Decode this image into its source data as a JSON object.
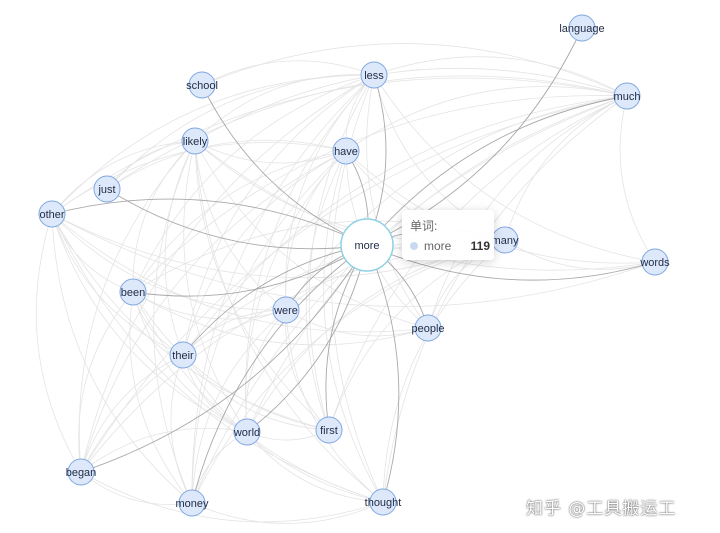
{
  "graph": {
    "center": "more",
    "nodes": [
      {
        "id": "more"
      },
      {
        "id": "language"
      },
      {
        "id": "much"
      },
      {
        "id": "less"
      },
      {
        "id": "school"
      },
      {
        "id": "likely"
      },
      {
        "id": "have"
      },
      {
        "id": "just"
      },
      {
        "id": "other"
      },
      {
        "id": "many"
      },
      {
        "id": "words"
      },
      {
        "id": "been"
      },
      {
        "id": "were"
      },
      {
        "id": "people"
      },
      {
        "id": "their"
      },
      {
        "id": "world"
      },
      {
        "id": "first"
      },
      {
        "id": "began"
      },
      {
        "id": "money"
      },
      {
        "id": "thought"
      }
    ],
    "links_from_center": [
      "language",
      "much",
      "less",
      "school",
      "have",
      "just",
      "other",
      "many",
      "words",
      "been",
      "were",
      "people",
      "their",
      "world",
      "first",
      "began",
      "money",
      "thought"
    ],
    "colors": {
      "node_fill": "#dde9fb",
      "node_stroke": "#7fa7e0",
      "center_fill": "#ffffff",
      "center_stroke": "#8fd0e6",
      "strong_edge": "#9a9a9a",
      "faint_edge": "#e4e4e4"
    }
  },
  "tooltip": {
    "title": "单词:",
    "series_name": "more",
    "value": "119"
  },
  "watermark": "知乎 @工具搬运工"
}
